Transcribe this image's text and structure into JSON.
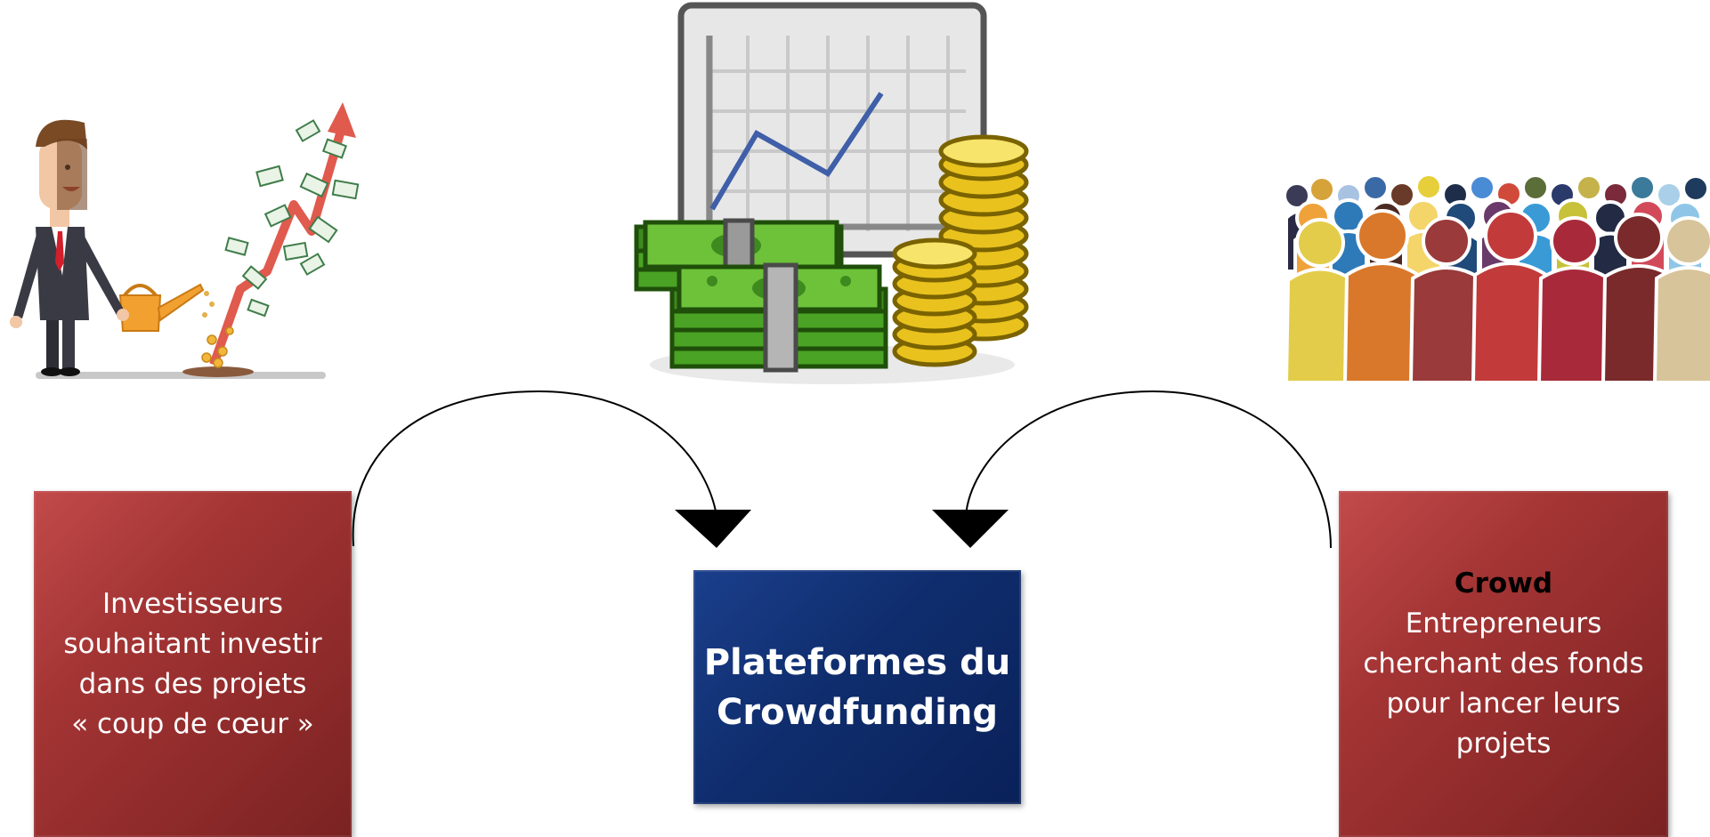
{
  "center_box": {
    "lines": [
      "Plateformes du",
      "Crowdfunding"
    ],
    "color": "#0f2d6d"
  },
  "left_box": {
    "lines": [
      "Investisseurs",
      "souhaitant investir",
      "dans des projets",
      "« coup de cœur »"
    ],
    "color": "#a33434"
  },
  "right_box": {
    "title": "Crowd",
    "lines": [
      "Entrepreneurs",
      "cherchant des fonds",
      "pour lancer leurs",
      "projets"
    ],
    "color": "#a33434"
  },
  "illustrations": {
    "left": "investor-watering-money-growth-icon",
    "center": "money-chart-coins-icon",
    "right": "crowd-of-people-icon"
  }
}
